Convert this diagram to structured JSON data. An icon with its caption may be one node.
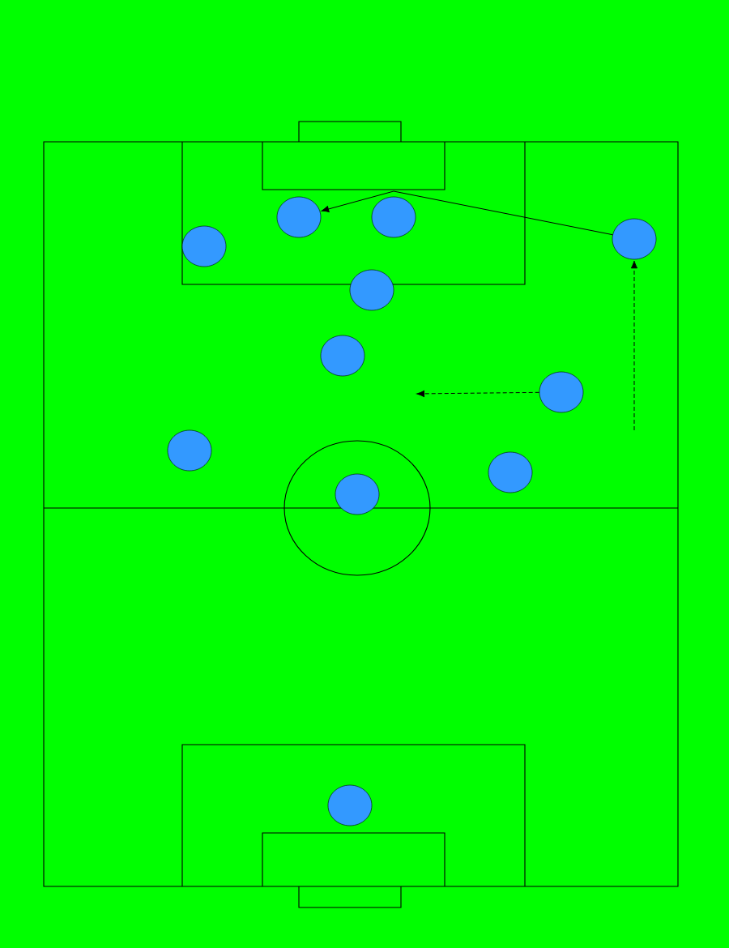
{
  "diagram": {
    "nodes": [
      {
        "text": [],
        "shape": "circle"
      },
      {
        "text": [],
        "shape": "circle"
      },
      {
        "text": [],
        "shape": "circle"
      },
      {
        "text": [],
        "shape": "circle"
      },
      {
        "text": [],
        "shape": "circle"
      },
      {
        "text": [],
        "shape": "circle"
      },
      {
        "text": [],
        "shape": "circle"
      },
      {
        "text": [],
        "shape": "circle"
      },
      {
        "text": [],
        "shape": "circle"
      },
      {
        "text": [],
        "shape": "circle"
      },
      {
        "text": [],
        "shape": "circle"
      }
    ],
    "edges": [
      {
        "from": 2,
        "to": 0,
        "arrow": "to"
      },
      {
        "from": 6,
        "to": null,
        "arrow": "to",
        "style": "dashed"
      },
      {
        "from": null,
        "to": 2,
        "arrow": "to",
        "style": "dashed"
      }
    ]
  }
}
